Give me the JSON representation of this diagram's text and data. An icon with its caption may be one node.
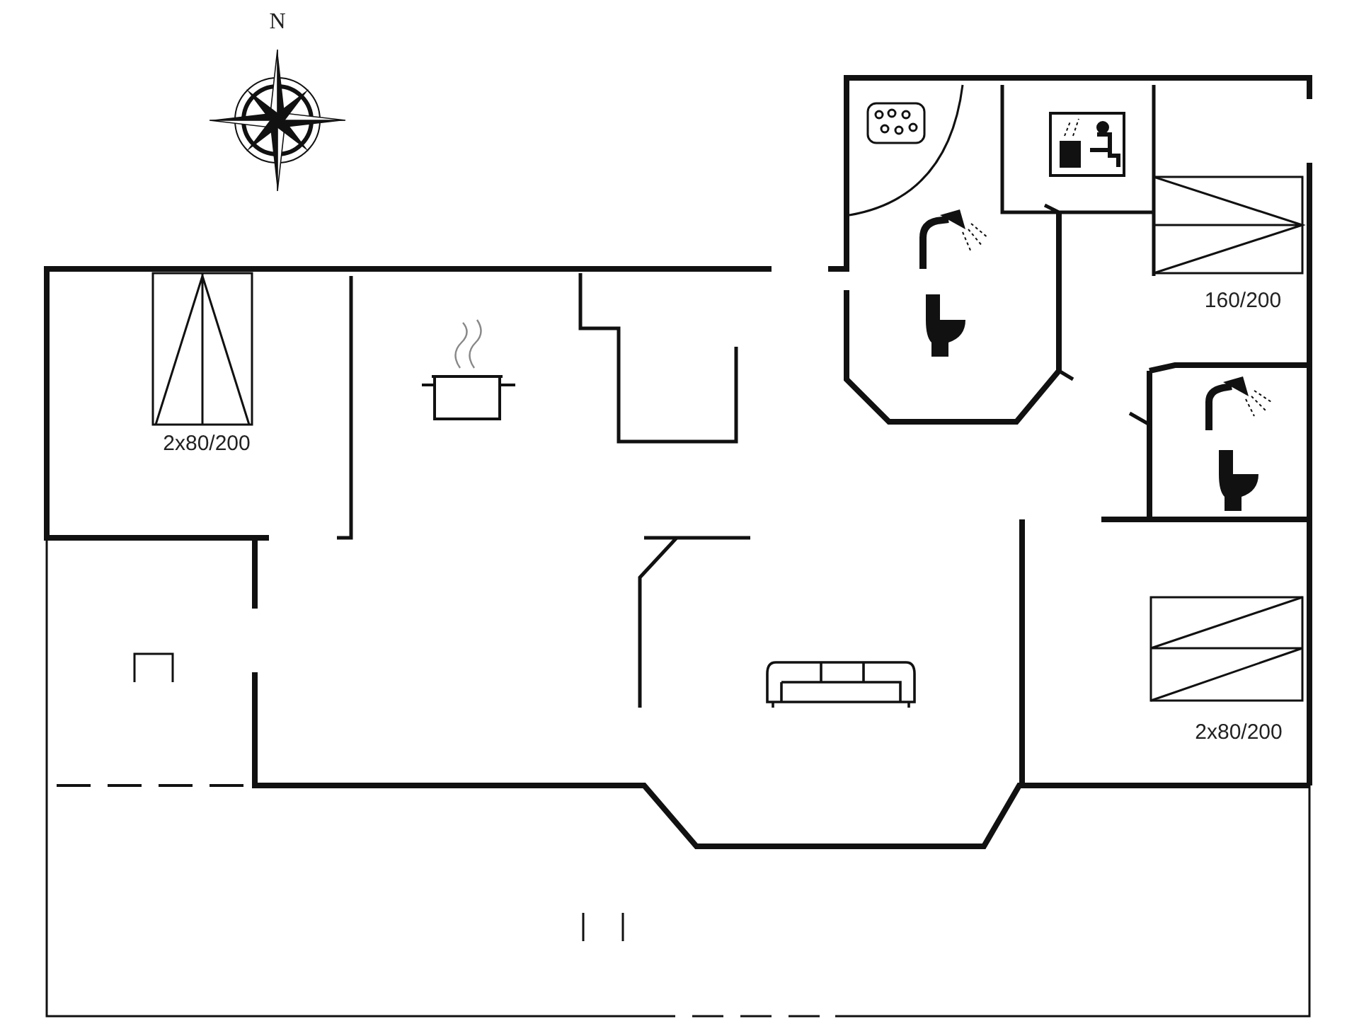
{
  "diagram": {
    "labels": [
      "N",
      "160/200",
      "2x80/200",
      "2x80/200"
    ]
  }
}
